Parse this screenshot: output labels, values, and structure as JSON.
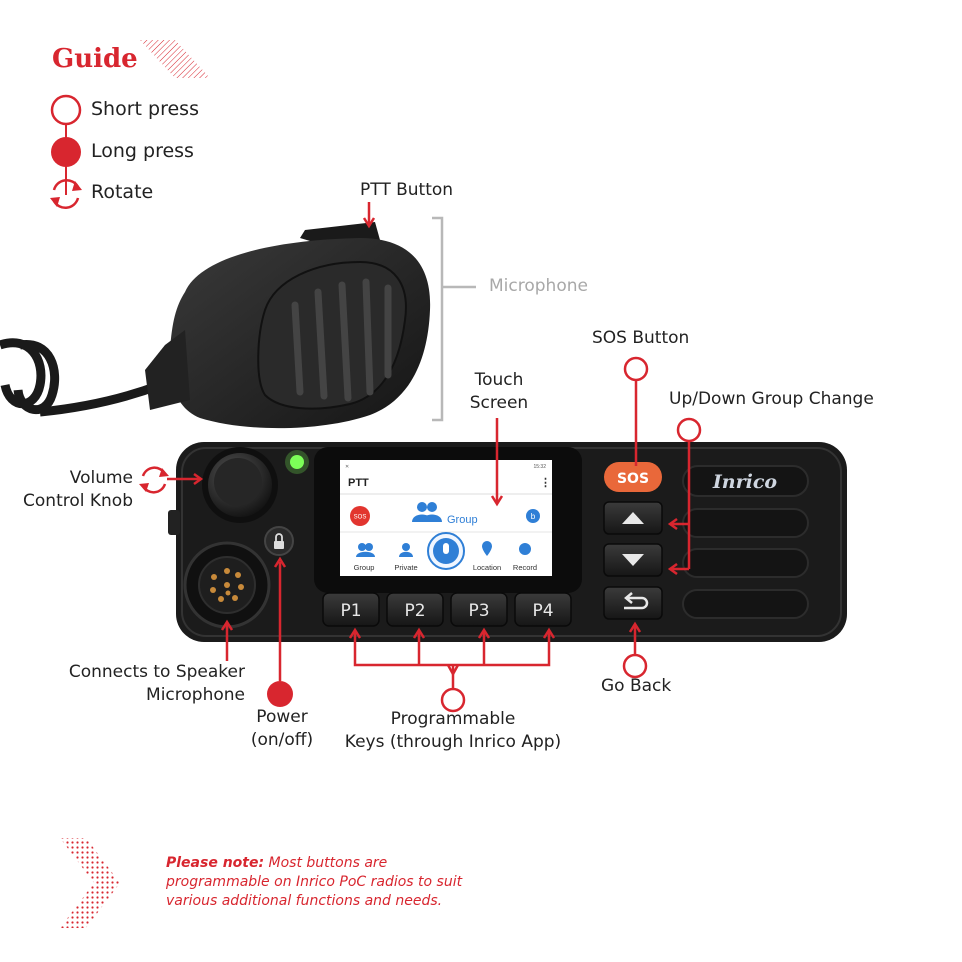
{
  "guide": {
    "title": "Guide",
    "short_press": "Short press",
    "long_press": "Long press",
    "rotate": "Rotate"
  },
  "labels": {
    "ptt_button": "PTT Button",
    "microphone": "Microphone",
    "sos_button": "SOS Button",
    "touch_screen_1": "Touch",
    "touch_screen_2": "Screen",
    "updown": "Up/Down Group Change",
    "volume_1": "Volume",
    "volume_2": "Control Knob",
    "speaker_1": "Connects to Speaker",
    "speaker_2": "Microphone",
    "power_1": "Power",
    "power_2": "(on/off)",
    "prog_1": "Programmable",
    "prog_2": "Keys (through Inrico App)",
    "go_back": "Go Back"
  },
  "device": {
    "brand": "Inrico",
    "sos_key": "SOS",
    "keys": [
      "P1",
      "P2",
      "P3",
      "P4"
    ]
  },
  "screen": {
    "app_title": "PTT",
    "time": "15:32",
    "sos_badge": "SOS",
    "group_label": "Group",
    "tabs": [
      "Group",
      "Private",
      "Location",
      "Record"
    ]
  },
  "note": {
    "bold": "Please note:",
    "text": " Most buttons are programmable on Inrico PoC radios to suit various additional functions and needs."
  },
  "colors": {
    "accent": "#d8262f",
    "device_body": "#1b1b1b",
    "sos_orange": "#e9683a",
    "screen_blue": "#2f7fd6"
  }
}
